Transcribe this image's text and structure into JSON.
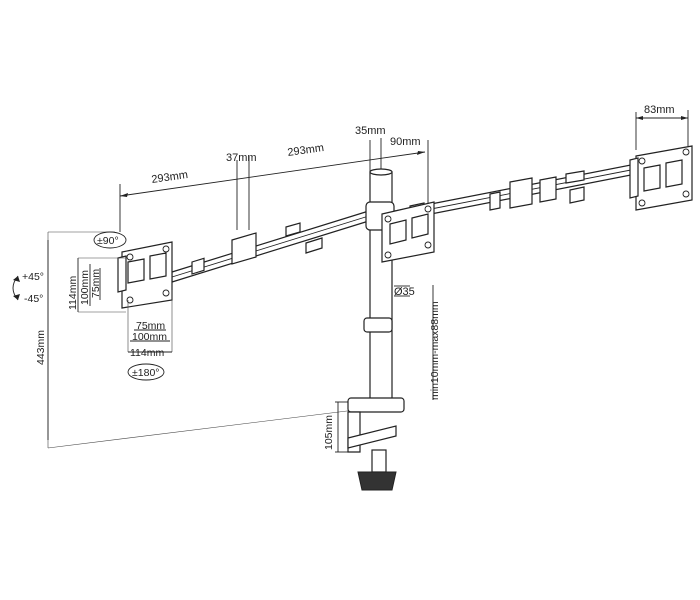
{
  "dimensions": {
    "arm_length_left": "293mm",
    "arm_length_right": "293mm",
    "joint_width": "37mm",
    "pole_offset": "35mm",
    "plate_offset": "90mm",
    "end_plate": "83mm",
    "pole_diameter": "Ø35",
    "clamp_range": "min10mm-max88mm",
    "clamp_height": "105mm",
    "total_height": "443mm",
    "vesa_114_h": "114mm",
    "vesa_100_h": "100mm",
    "vesa_75_h": "75mm",
    "vesa_75_w": "75mm",
    "vesa_100_w": "100mm",
    "vesa_114_w": "114mm"
  },
  "rotations": {
    "swivel": "±90°",
    "tilt_up": "+45°",
    "tilt_down": "-45°",
    "rotate": "±180°"
  },
  "icons": {
    "tilt": "curved-double-arrow-icon",
    "swivel": "swivel-arrow-icon",
    "rotate": "rotate-arrow-icon"
  }
}
